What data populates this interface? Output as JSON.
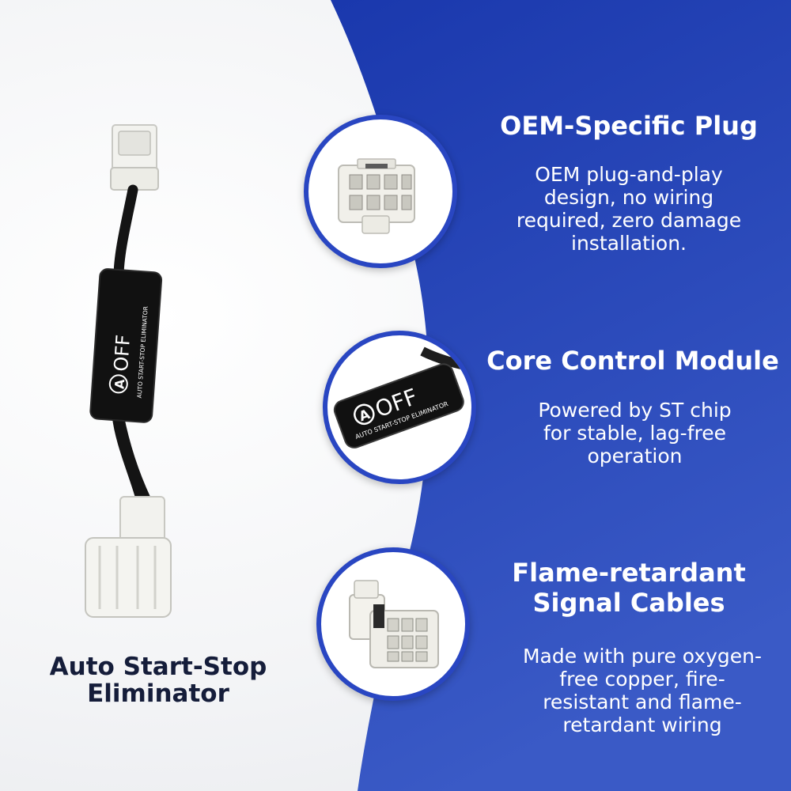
{
  "product": {
    "caption": "Auto Start-Stop\nEliminator",
    "module_label_main": "OFF",
    "module_label_icon_letter": "A",
    "module_label_sub": "AUTO START-STOP ELIMINATOR"
  },
  "features": [
    {
      "title": "OEM-Specific Plug",
      "description": "OEM plug-and-play\ndesign, no wiring\nrequired, zero damage\ninstallation.",
      "icon": "oem-plug-icon"
    },
    {
      "title": "Core Control Module",
      "description": "Powered by ST chip\nfor stable, lag-free\noperation",
      "icon": "control-module-icon"
    },
    {
      "title": "Flame-retardant\nSignal Cables",
      "description": "Made with pure oxygen-\nfree copper, fire-\nresistant and flame-\nretardant wiring",
      "icon": "signal-cable-connector-icon"
    }
  ],
  "colors": {
    "blue_dark": "#1a38ad",
    "blue_light": "#3a5ac6",
    "caption_text": "#151d3a",
    "connector_white": "#f2f2ee",
    "module_black": "#111111"
  }
}
